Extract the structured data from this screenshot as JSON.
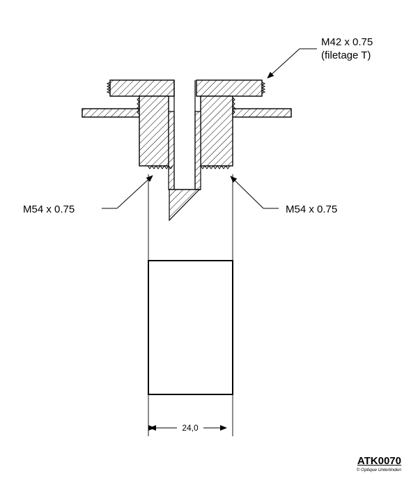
{
  "callouts": {
    "top_right_line1": "M42 x 0.75",
    "top_right_line2": "(filetage T)",
    "left": "M54 x 0.75",
    "right": "M54 x 0.75"
  },
  "dimension": {
    "width_value": "24,0"
  },
  "title_block": {
    "reference": "ATK0070",
    "copyright": "© Optique Unterlinden"
  }
}
